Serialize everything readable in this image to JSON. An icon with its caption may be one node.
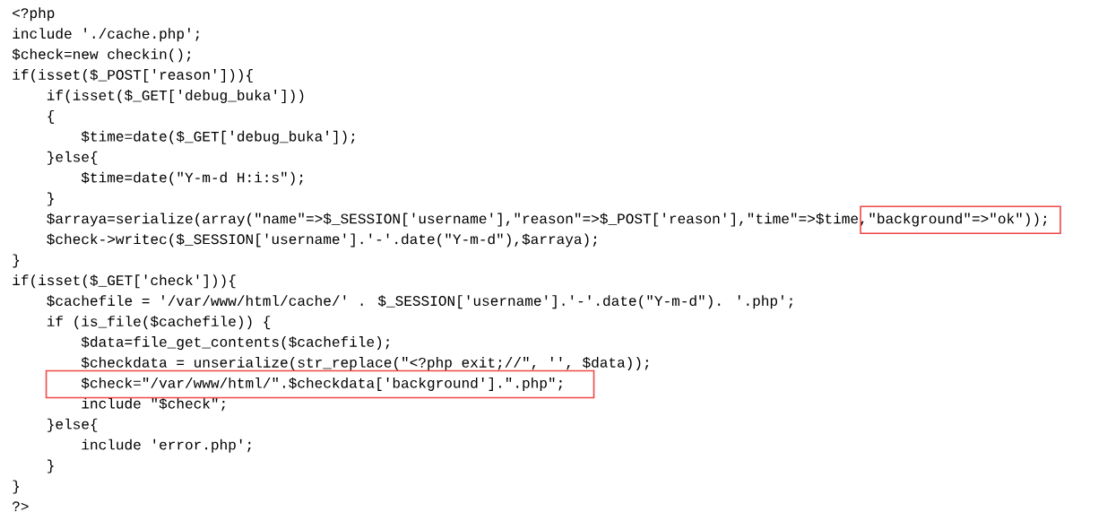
{
  "diagram": {
    "nodes": [
      {
        "text": [
          "\"background\"=>\"ok\"));"
        ]
      },
      {
        "text": [
          "$check=\"/var/www/html/\".$checkdata['background'].\".php\";"
        ]
      }
    ],
    "labels": [
      "<?php",
      "include './cache.php';",
      "$check=new checkin();",
      "if(isset($_POST['reason'])){",
      "if(isset($_GET['debug_buka']))",
      "{",
      "$time=date($_GET['debug_buka']);",
      "}else{",
      "$time=date(\"Y-m-d H:i:s\");",
      "}",
      "$arraya=serialize(array(\"name\"=>$_SESSION['username'],\"reason\"=>$_POST['reason'],\"time\"=>$time,",
      "$check->writec($_SESSION['username'].'-'.date(\"Y-m-d\"),$arraya);",
      "}",
      "if(isset($_GET['check'])){",
      "$cachefile = '/var/www/html/cache/' . $_SESSION['username'].'-'.date(\"Y-m-d\"). '.php';",
      "if (is_file($cachefile)) {",
      "$data=file_get_contents($cachefile);",
      "$checkdata = unserialize(str_replace(\"<?php exit;//\", '', $data));",
      "include \"$check\";",
      "}else{",
      "include 'error.php';",
      "}",
      "}",
      "?>"
    ]
  }
}
